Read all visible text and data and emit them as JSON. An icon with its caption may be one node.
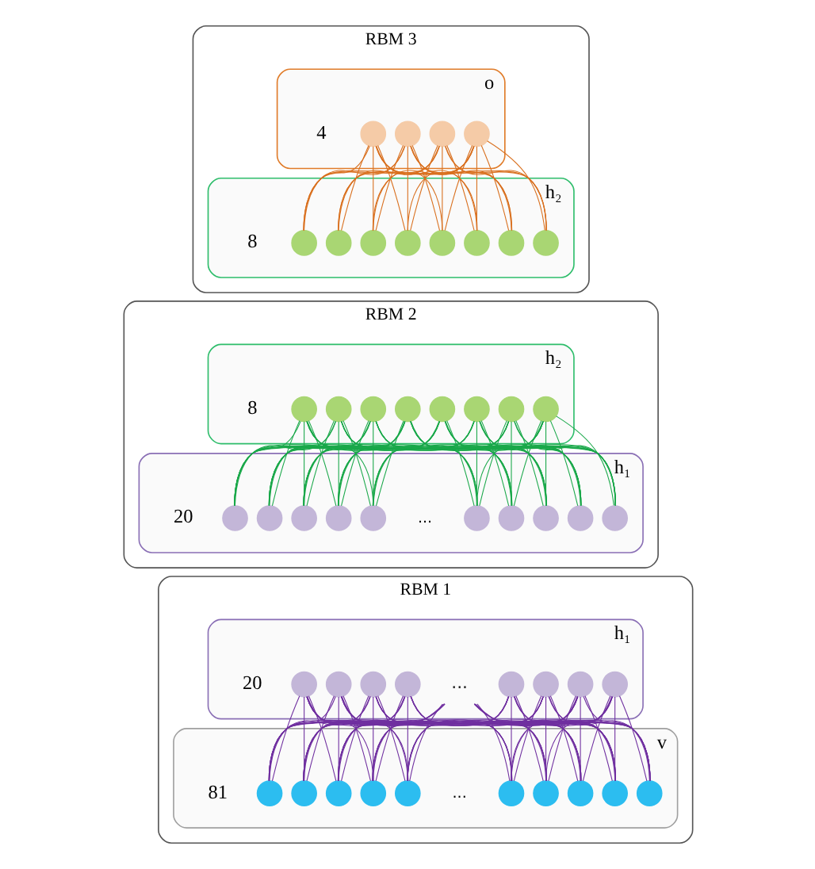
{
  "diagram": {
    "nodes": [
      {
        "text": [
          "RBM 3"
        ]
      },
      {
        "text": [
          "o"
        ],
        "beside": [
          "4"
        ],
        "in": 0
      },
      {
        "text": [],
        "shape": "circle",
        "in": 1
      },
      {
        "text": [],
        "shape": "circle",
        "in": 1
      },
      {
        "text": [],
        "shape": "circle",
        "in": 1
      },
      {
        "text": [],
        "shape": "circle",
        "in": 1
      },
      {
        "text": [
          "h₂"
        ],
        "beside": [
          "8"
        ],
        "in": 0
      },
      {
        "text": [],
        "shape": "circle",
        "in": 6
      },
      {
        "text": [],
        "shape": "circle",
        "in": 6
      },
      {
        "text": [],
        "shape": "circle",
        "in": 6
      },
      {
        "text": [],
        "shape": "circle",
        "in": 6
      },
      {
        "text": [],
        "shape": "circle",
        "in": 6
      },
      {
        "text": [],
        "shape": "circle",
        "in": 6
      },
      {
        "text": [],
        "shape": "circle",
        "in": 6
      },
      {
        "text": [],
        "shape": "circle",
        "in": 6
      },
      {
        "text": [
          "RBM 2"
        ]
      },
      {
        "text": [
          "h₂"
        ],
        "beside": [
          "8"
        ],
        "in": 15
      },
      {
        "text": [],
        "shape": "circle",
        "in": 16
      },
      {
        "text": [],
        "shape": "circle",
        "in": 16
      },
      {
        "text": [],
        "shape": "circle",
        "in": 16
      },
      {
        "text": [],
        "shape": "circle",
        "in": 16
      },
      {
        "text": [],
        "shape": "circle",
        "in": 16
      },
      {
        "text": [],
        "shape": "circle",
        "in": 16
      },
      {
        "text": [],
        "shape": "circle",
        "in": 16
      },
      {
        "text": [],
        "shape": "circle",
        "in": 16
      },
      {
        "text": [
          "h₁"
        ],
        "beside": [
          "20"
        ],
        "in": 15
      },
      {
        "text": [],
        "shape": "circle",
        "in": 25
      },
      {
        "text": [],
        "shape": "circle",
        "in": 25
      },
      {
        "text": [],
        "shape": "circle",
        "in": 25
      },
      {
        "text": [],
        "shape": "circle",
        "in": 25
      },
      {
        "text": [],
        "shape": "circle",
        "in": 25
      },
      {
        "text": [],
        "shape": "circle",
        "in": 25
      },
      {
        "text": [],
        "shape": "circle",
        "in": 25
      },
      {
        "text": [],
        "shape": "circle",
        "in": 25
      },
      {
        "text": [],
        "shape": "circle",
        "in": 25
      },
      {
        "text": [],
        "shape": "circle",
        "in": 25
      },
      {
        "text": [
          "RBM 1"
        ]
      },
      {
        "text": [
          "h₁"
        ],
        "beside": [
          "20"
        ],
        "in": 36
      },
      {
        "text": [],
        "shape": "circle",
        "in": 37
      },
      {
        "text": [],
        "shape": "circle",
        "in": 37
      },
      {
        "text": [],
        "shape": "circle",
        "in": 37
      },
      {
        "text": [],
        "shape": "circle",
        "in": 37
      },
      {
        "text": [
          "..."
        ],
        "in": 37
      },
      {
        "text": [],
        "shape": "circle",
        "in": 37
      },
      {
        "text": [],
        "shape": "circle",
        "in": 37
      },
      {
        "text": [],
        "shape": "circle",
        "in": 37
      },
      {
        "text": [],
        "shape": "circle",
        "in": 37
      },
      {
        "text": [
          "v"
        ],
        "beside": [
          "81"
        ],
        "in": 36
      },
      {
        "text": [],
        "shape": "circle",
        "in": 47
      },
      {
        "text": [],
        "shape": "circle",
        "in": 47
      },
      {
        "text": [],
        "shape": "circle",
        "in": 47
      },
      {
        "text": [],
        "shape": "circle",
        "in": 47
      },
      {
        "text": [],
        "shape": "circle",
        "in": 47
      },
      {
        "text": [],
        "shape": "circle",
        "in": 47
      },
      {
        "text": [],
        "shape": "circle",
        "in": 47
      },
      {
        "text": [],
        "shape": "circle",
        "in": 47
      },
      {
        "text": [],
        "shape": "circle",
        "in": 47
      },
      {
        "text": [],
        "shape": "circle",
        "in": 47
      }
    ],
    "edges": [
      {
        "from": 2,
        "to": 7,
        "arrow": "none",
        "color": "#d9701f"
      },
      {
        "from": 2,
        "to": 8,
        "arrow": "none",
        "color": "#d9701f"
      },
      {
        "from": 2,
        "to": 9,
        "arrow": "none",
        "color": "#d9701f"
      },
      {
        "from": 2,
        "to": 10,
        "arrow": "none",
        "color": "#d9701f"
      },
      {
        "from": 2,
        "to": 11,
        "arrow": "none",
        "color": "#d9701f"
      },
      {
        "from": 2,
        "to": 12,
        "arrow": "none",
        "color": "#d9701f"
      },
      {
        "from": 2,
        "to": 13,
        "arrow": "none",
        "color": "#d9701f"
      },
      {
        "from": 2,
        "to": 14,
        "arrow": "none",
        "color": "#d9701f"
      },
      {
        "from": 3,
        "to": 7,
        "arrow": "none",
        "color": "#d9701f"
      },
      {
        "from": 3,
        "to": 8,
        "arrow": "none",
        "color": "#d9701f"
      },
      {
        "from": 3,
        "to": 9,
        "arrow": "none",
        "color": "#d9701f"
      },
      {
        "from": 3,
        "to": 10,
        "arrow": "none",
        "color": "#d9701f"
      },
      {
        "from": 3,
        "to": 11,
        "arrow": "none",
        "color": "#d9701f"
      },
      {
        "from": 3,
        "to": 12,
        "arrow": "none",
        "color": "#d9701f"
      },
      {
        "from": 3,
        "to": 13,
        "arrow": "none",
        "color": "#d9701f"
      },
      {
        "from": 3,
        "to": 14,
        "arrow": "none",
        "color": "#d9701f"
      },
      {
        "from": 4,
        "to": 7,
        "arrow": "none",
        "color": "#d9701f"
      },
      {
        "from": 4,
        "to": 8,
        "arrow": "none",
        "color": "#d9701f"
      },
      {
        "from": 4,
        "to": 9,
        "arrow": "none",
        "color": "#d9701f"
      },
      {
        "from": 4,
        "to": 10,
        "arrow": "none",
        "color": "#d9701f"
      },
      {
        "from": 4,
        "to": 11,
        "arrow": "none",
        "color": "#d9701f"
      },
      {
        "from": 4,
        "to": 12,
        "arrow": "none",
        "color": "#d9701f"
      },
      {
        "from": 4,
        "to": 13,
        "arrow": "none",
        "color": "#d9701f"
      },
      {
        "from": 4,
        "to": 14,
        "arrow": "none",
        "color": "#d9701f"
      },
      {
        "from": 5,
        "to": 7,
        "arrow": "none",
        "color": "#d9701f"
      },
      {
        "from": 5,
        "to": 8,
        "arrow": "none",
        "color": "#d9701f"
      },
      {
        "from": 5,
        "to": 9,
        "arrow": "none",
        "color": "#d9701f"
      },
      {
        "from": 5,
        "to": 10,
        "arrow": "none",
        "color": "#d9701f"
      },
      {
        "from": 5,
        "to": 11,
        "arrow": "none",
        "color": "#d9701f"
      },
      {
        "from": 5,
        "to": 12,
        "arrow": "none",
        "color": "#d9701f"
      },
      {
        "from": 5,
        "to": 13,
        "arrow": "none",
        "color": "#d9701f"
      },
      {
        "from": 5,
        "to": 14,
        "arrow": "none",
        "color": "#d9701f"
      },
      {
        "from": 17,
        "to": 26,
        "arrow": "none",
        "color": "#1aa84a"
      },
      {
        "from": 17,
        "to": 27,
        "arrow": "none",
        "color": "#1aa84a"
      },
      {
        "from": 17,
        "to": 28,
        "arrow": "none",
        "color": "#1aa84a"
      },
      {
        "from": 17,
        "to": 29,
        "arrow": "none",
        "color": "#1aa84a"
      },
      {
        "from": 17,
        "to": 30,
        "arrow": "none",
        "color": "#1aa84a"
      },
      {
        "from": 17,
        "to": 31,
        "arrow": "none",
        "color": "#1aa84a"
      },
      {
        "from": 17,
        "to": 32,
        "arrow": "none",
        "color": "#1aa84a"
      },
      {
        "from": 17,
        "to": 33,
        "arrow": "none",
        "color": "#1aa84a"
      },
      {
        "from": 17,
        "to": 34,
        "arrow": "none",
        "color": "#1aa84a"
      },
      {
        "from": 17,
        "to": 35,
        "arrow": "none",
        "color": "#1aa84a"
      },
      {
        "from": 18,
        "to": 26,
        "arrow": "none",
        "color": "#1aa84a"
      },
      {
        "from": 18,
        "to": 27,
        "arrow": "none",
        "color": "#1aa84a"
      },
      {
        "from": 18,
        "to": 28,
        "arrow": "none",
        "color": "#1aa84a"
      },
      {
        "from": 18,
        "to": 29,
        "arrow": "none",
        "color": "#1aa84a"
      },
      {
        "from": 18,
        "to": 30,
        "arrow": "none",
        "color": "#1aa84a"
      },
      {
        "from": 18,
        "to": 31,
        "arrow": "none",
        "color": "#1aa84a"
      },
      {
        "from": 18,
        "to": 32,
        "arrow": "none",
        "color": "#1aa84a"
      },
      {
        "from": 18,
        "to": 33,
        "arrow": "none",
        "color": "#1aa84a"
      },
      {
        "from": 18,
        "to": 34,
        "arrow": "none",
        "color": "#1aa84a"
      },
      {
        "from": 18,
        "to": 35,
        "arrow": "none",
        "color": "#1aa84a"
      },
      {
        "from": 19,
        "to": 26,
        "arrow": "none",
        "color": "#1aa84a"
      },
      {
        "from": 19,
        "to": 27,
        "arrow": "none",
        "color": "#1aa84a"
      },
      {
        "from": 19,
        "to": 28,
        "arrow": "none",
        "color": "#1aa84a"
      },
      {
        "from": 19,
        "to": 29,
        "arrow": "none",
        "color": "#1aa84a"
      },
      {
        "from": 19,
        "to": 30,
        "arrow": "none",
        "color": "#1aa84a"
      },
      {
        "from": 19,
        "to": 31,
        "arrow": "none",
        "color": "#1aa84a"
      },
      {
        "from": 19,
        "to": 32,
        "arrow": "none",
        "color": "#1aa84a"
      },
      {
        "from": 19,
        "to": 33,
        "arrow": "none",
        "color": "#1aa84a"
      },
      {
        "from": 19,
        "to": 34,
        "arrow": "none",
        "color": "#1aa84a"
      },
      {
        "from": 19,
        "to": 35,
        "arrow": "none",
        "color": "#1aa84a"
      },
      {
        "from": 20,
        "to": 26,
        "arrow": "none",
        "color": "#1aa84a"
      },
      {
        "from": 20,
        "to": 27,
        "arrow": "none",
        "color": "#1aa84a"
      },
      {
        "from": 20,
        "to": 28,
        "arrow": "none",
        "color": "#1aa84a"
      },
      {
        "from": 20,
        "to": 29,
        "arrow": "none",
        "color": "#1aa84a"
      },
      {
        "from": 20,
        "to": 30,
        "arrow": "none",
        "color": "#1aa84a"
      },
      {
        "from": 20,
        "to": 31,
        "arrow": "none",
        "color": "#1aa84a"
      },
      {
        "from": 20,
        "to": 32,
        "arrow": "none",
        "color": "#1aa84a"
      },
      {
        "from": 20,
        "to": 33,
        "arrow": "none",
        "color": "#1aa84a"
      },
      {
        "from": 20,
        "to": 34,
        "arrow": "none",
        "color": "#1aa84a"
      },
      {
        "from": 20,
        "to": 35,
        "arrow": "none",
        "color": "#1aa84a"
      },
      {
        "from": 21,
        "to": 26,
        "arrow": "none",
        "color": "#1aa84a"
      },
      {
        "from": 21,
        "to": 27,
        "arrow": "none",
        "color": "#1aa84a"
      },
      {
        "from": 21,
        "to": 28,
        "arrow": "none",
        "color": "#1aa84a"
      },
      {
        "from": 21,
        "to": 29,
        "arrow": "none",
        "color": "#1aa84a"
      },
      {
        "from": 21,
        "to": 30,
        "arrow": "none",
        "color": "#1aa84a"
      },
      {
        "from": 21,
        "to": 31,
        "arrow": "none",
        "color": "#1aa84a"
      },
      {
        "from": 21,
        "to": 32,
        "arrow": "none",
        "color": "#1aa84a"
      },
      {
        "from": 21,
        "to": 33,
        "arrow": "none",
        "color": "#1aa84a"
      },
      {
        "from": 21,
        "to": 34,
        "arrow": "none",
        "color": "#1aa84a"
      },
      {
        "from": 21,
        "to": 35,
        "arrow": "none",
        "color": "#1aa84a"
      },
      {
        "from": 22,
        "to": 26,
        "arrow": "none",
        "color": "#1aa84a"
      },
      {
        "from": 22,
        "to": 27,
        "arrow": "none",
        "color": "#1aa84a"
      },
      {
        "from": 22,
        "to": 28,
        "arrow": "none",
        "color": "#1aa84a"
      },
      {
        "from": 22,
        "to": 29,
        "arrow": "none",
        "color": "#1aa84a"
      },
      {
        "from": 22,
        "to": 30,
        "arrow": "none",
        "color": "#1aa84a"
      },
      {
        "from": 22,
        "to": 31,
        "arrow": "none",
        "color": "#1aa84a"
      },
      {
        "from": 22,
        "to": 32,
        "arrow": "none",
        "color": "#1aa84a"
      },
      {
        "from": 22,
        "to": 33,
        "arrow": "none",
        "color": "#1aa84a"
      },
      {
        "from": 22,
        "to": 34,
        "arrow": "none",
        "color": "#1aa84a"
      },
      {
        "from": 22,
        "to": 35,
        "arrow": "none",
        "color": "#1aa84a"
      },
      {
        "from": 23,
        "to": 26,
        "arrow": "none",
        "color": "#1aa84a"
      },
      {
        "from": 23,
        "to": 27,
        "arrow": "none",
        "color": "#1aa84a"
      },
      {
        "from": 23,
        "to": 28,
        "arrow": "none",
        "color": "#1aa84a"
      },
      {
        "from": 23,
        "to": 29,
        "arrow": "none",
        "color": "#1aa84a"
      },
      {
        "from": 23,
        "to": 30,
        "arrow": "none",
        "color": "#1aa84a"
      },
      {
        "from": 23,
        "to": 31,
        "arrow": "none",
        "color": "#1aa84a"
      },
      {
        "from": 23,
        "to": 32,
        "arrow": "none",
        "color": "#1aa84a"
      },
      {
        "from": 23,
        "to": 33,
        "arrow": "none",
        "color": "#1aa84a"
      },
      {
        "from": 23,
        "to": 34,
        "arrow": "none",
        "color": "#1aa84a"
      },
      {
        "from": 23,
        "to": 35,
        "arrow": "none",
        "color": "#1aa84a"
      },
      {
        "from": 24,
        "to": 26,
        "arrow": "none",
        "color": "#1aa84a"
      },
      {
        "from": 24,
        "to": 27,
        "arrow": "none",
        "color": "#1aa84a"
      },
      {
        "from": 24,
        "to": 28,
        "arrow": "none",
        "color": "#1aa84a"
      },
      {
        "from": 24,
        "to": 29,
        "arrow": "none",
        "color": "#1aa84a"
      },
      {
        "from": 24,
        "to": 30,
        "arrow": "none",
        "color": "#1aa84a"
      },
      {
        "from": 24,
        "to": 31,
        "arrow": "none",
        "color": "#1aa84a"
      },
      {
        "from": 24,
        "to": 32,
        "arrow": "none",
        "color": "#1aa84a"
      },
      {
        "from": 24,
        "to": 33,
        "arrow": "none",
        "color": "#1aa84a"
      },
      {
        "from": 24,
        "to": 34,
        "arrow": "none",
        "color": "#1aa84a"
      },
      {
        "from": 24,
        "to": 35,
        "arrow": "none",
        "color": "#1aa84a"
      },
      {
        "from": 38,
        "to": 48,
        "arrow": "none",
        "color": "#7030a0"
      },
      {
        "from": 38,
        "to": 49,
        "arrow": "none",
        "color": "#7030a0"
      },
      {
        "from": 38,
        "to": 50,
        "arrow": "none",
        "color": "#7030a0"
      },
      {
        "from": 38,
        "to": 51,
        "arrow": "none",
        "color": "#7030a0"
      },
      {
        "from": 38,
        "to": 52,
        "arrow": "none",
        "color": "#7030a0"
      },
      {
        "from": 38,
        "to": 53,
        "arrow": "none",
        "color": "#7030a0"
      },
      {
        "from": 38,
        "to": 54,
        "arrow": "none",
        "color": "#7030a0"
      },
      {
        "from": 38,
        "to": 55,
        "arrow": "none",
        "color": "#7030a0"
      },
      {
        "from": 38,
        "to": 56,
        "arrow": "none",
        "color": "#7030a0"
      },
      {
        "from": 38,
        "to": 57,
        "arrow": "none",
        "color": "#7030a0"
      },
      {
        "from": 39,
        "to": 48,
        "arrow": "none",
        "color": "#7030a0"
      },
      {
        "from": 39,
        "to": 49,
        "arrow": "none",
        "color": "#7030a0"
      },
      {
        "from": 39,
        "to": 50,
        "arrow": "none",
        "color": "#7030a0"
      },
      {
        "from": 39,
        "to": 51,
        "arrow": "none",
        "color": "#7030a0"
      },
      {
        "from": 39,
        "to": 52,
        "arrow": "none",
        "color": "#7030a0"
      },
      {
        "from": 39,
        "to": 53,
        "arrow": "none",
        "color": "#7030a0"
      },
      {
        "from": 39,
        "to": 54,
        "arrow": "none",
        "color": "#7030a0"
      },
      {
        "from": 39,
        "to": 55,
        "arrow": "none",
        "color": "#7030a0"
      },
      {
        "from": 39,
        "to": 56,
        "arrow": "none",
        "color": "#7030a0"
      },
      {
        "from": 39,
        "to": 57,
        "arrow": "none",
        "color": "#7030a0"
      },
      {
        "from": 40,
        "to": 48,
        "arrow": "none",
        "color": "#7030a0"
      },
      {
        "from": 40,
        "to": 49,
        "arrow": "none",
        "color": "#7030a0"
      },
      {
        "from": 40,
        "to": 50,
        "arrow": "none",
        "color": "#7030a0"
      },
      {
        "from": 40,
        "to": 51,
        "arrow": "none",
        "color": "#7030a0"
      },
      {
        "from": 40,
        "to": 52,
        "arrow": "none",
        "color": "#7030a0"
      },
      {
        "from": 40,
        "to": 53,
        "arrow": "none",
        "color": "#7030a0"
      },
      {
        "from": 40,
        "to": 54,
        "arrow": "none",
        "color": "#7030a0"
      },
      {
        "from": 40,
        "to": 55,
        "arrow": "none",
        "color": "#7030a0"
      },
      {
        "from": 40,
        "to": 56,
        "arrow": "none",
        "color": "#7030a0"
      },
      {
        "from": 40,
        "to": 57,
        "arrow": "none",
        "color": "#7030a0"
      },
      {
        "from": 41,
        "to": 48,
        "arrow": "none",
        "color": "#7030a0"
      },
      {
        "from": 41,
        "to": 49,
        "arrow": "none",
        "color": "#7030a0"
      },
      {
        "from": 41,
        "to": 50,
        "arrow": "none",
        "color": "#7030a0"
      },
      {
        "from": 41,
        "to": 51,
        "arrow": "none",
        "color": "#7030a0"
      },
      {
        "from": 41,
        "to": 52,
        "arrow": "none",
        "color": "#7030a0"
      },
      {
        "from": 41,
        "to": 53,
        "arrow": "none",
        "color": "#7030a0"
      },
      {
        "from": 41,
        "to": 54,
        "arrow": "none",
        "color": "#7030a0"
      },
      {
        "from": 41,
        "to": 55,
        "arrow": "none",
        "color": "#7030a0"
      },
      {
        "from": 41,
        "to": 56,
        "arrow": "none",
        "color": "#7030a0"
      },
      {
        "from": 41,
        "to": 57,
        "arrow": "none",
        "color": "#7030a0"
      },
      {
        "from": 42,
        "to": 48,
        "arrow": "none",
        "color": "#7030a0"
      },
      {
        "from": 42,
        "to": 49,
        "arrow": "none",
        "color": "#7030a0"
      },
      {
        "from": 42,
        "to": 50,
        "arrow": "none",
        "color": "#7030a0"
      },
      {
        "from": 42,
        "to": 51,
        "arrow": "none",
        "color": "#7030a0"
      },
      {
        "from": 42,
        "to": 52,
        "arrow": "none",
        "color": "#7030a0"
      },
      {
        "from": 42,
        "to": 53,
        "arrow": "none",
        "color": "#7030a0"
      },
      {
        "from": 42,
        "to": 54,
        "arrow": "none",
        "color": "#7030a0"
      },
      {
        "from": 42,
        "to": 55,
        "arrow": "none",
        "color": "#7030a0"
      },
      {
        "from": 42,
        "to": 56,
        "arrow": "none",
        "color": "#7030a0"
      },
      {
        "from": 42,
        "to": 57,
        "arrow": "none",
        "color": "#7030a0"
      },
      {
        "from": 43,
        "to": 48,
        "arrow": "none",
        "color": "#7030a0"
      },
      {
        "from": 43,
        "to": 49,
        "arrow": "none",
        "color": "#7030a0"
      },
      {
        "from": 43,
        "to": 50,
        "arrow": "none",
        "color": "#7030a0"
      },
      {
        "from": 43,
        "to": 51,
        "arrow": "none",
        "color": "#7030a0"
      },
      {
        "from": 43,
        "to": 52,
        "arrow": "none",
        "color": "#7030a0"
      },
      {
        "from": 43,
        "to": 53,
        "arrow": "none",
        "color": "#7030a0"
      },
      {
        "from": 43,
        "to": 54,
        "arrow": "none",
        "color": "#7030a0"
      },
      {
        "from": 43,
        "to": 55,
        "arrow": "none",
        "color": "#7030a0"
      },
      {
        "from": 43,
        "to": 56,
        "arrow": "none",
        "color": "#7030a0"
      },
      {
        "from": 43,
        "to": 57,
        "arrow": "none",
        "color": "#7030a0"
      },
      {
        "from": 44,
        "to": 48,
        "arrow": "none",
        "color": "#7030a0"
      },
      {
        "from": 44,
        "to": 49,
        "arrow": "none",
        "color": "#7030a0"
      },
      {
        "from": 44,
        "to": 50,
        "arrow": "none",
        "color": "#7030a0"
      },
      {
        "from": 44,
        "to": 51,
        "arrow": "none",
        "color": "#7030a0"
      },
      {
        "from": 44,
        "to": 52,
        "arrow": "none",
        "color": "#7030a0"
      },
      {
        "from": 44,
        "to": 53,
        "arrow": "none",
        "color": "#7030a0"
      },
      {
        "from": 44,
        "to": 54,
        "arrow": "none",
        "color": "#7030a0"
      },
      {
        "from": 44,
        "to": 55,
        "arrow": "none",
        "color": "#7030a0"
      },
      {
        "from": 44,
        "to": 56,
        "arrow": "none",
        "color": "#7030a0"
      },
      {
        "from": 44,
        "to": 57,
        "arrow": "none",
        "color": "#7030a0"
      },
      {
        "from": 45,
        "to": 48,
        "arrow": "none",
        "color": "#7030a0"
      },
      {
        "from": 45,
        "to": 49,
        "arrow": "none",
        "color": "#7030a0"
      },
      {
        "from": 45,
        "to": 50,
        "arrow": "none",
        "color": "#7030a0"
      },
      {
        "from": 45,
        "to": 51,
        "arrow": "none",
        "color": "#7030a0"
      },
      {
        "from": 45,
        "to": 52,
        "arrow": "none",
        "color": "#7030a0"
      },
      {
        "from": 45,
        "to": 53,
        "arrow": "none",
        "color": "#7030a0"
      },
      {
        "from": 45,
        "to": 54,
        "arrow": "none",
        "color": "#7030a0"
      },
      {
        "from": 45,
        "to": 55,
        "arrow": "none",
        "color": "#7030a0"
      },
      {
        "from": 45,
        "to": 56,
        "arrow": "none",
        "color": "#7030a0"
      },
      {
        "from": 45,
        "to": 57,
        "arrow": "none",
        "color": "#7030a0"
      },
      {
        "from": 46,
        "to": 48,
        "arrow": "none",
        "color": "#7030a0"
      },
      {
        "from": 46,
        "to": 49,
        "arrow": "none",
        "color": "#7030a0"
      },
      {
        "from": 46,
        "to": 50,
        "arrow": "none",
        "color": "#7030a0"
      },
      {
        "from": 46,
        "to": 51,
        "arrow": "none",
        "color": "#7030a0"
      },
      {
        "from": 46,
        "to": 52,
        "arrow": "none",
        "color": "#7030a0"
      },
      {
        "from": 46,
        "to": 53,
        "arrow": "none",
        "color": "#7030a0"
      },
      {
        "from": 46,
        "to": 54,
        "arrow": "none",
        "color": "#7030a0"
      },
      {
        "from": 46,
        "to": 55,
        "arrow": "none",
        "color": "#7030a0"
      },
      {
        "from": 46,
        "to": 56,
        "arrow": "none",
        "color": "#7030a0"
      },
      {
        "from": 46,
        "to": 57,
        "arrow": "none",
        "color": "#7030a0"
      }
    ],
    "labels": [
      "...",
      "..."
    ]
  }
}
